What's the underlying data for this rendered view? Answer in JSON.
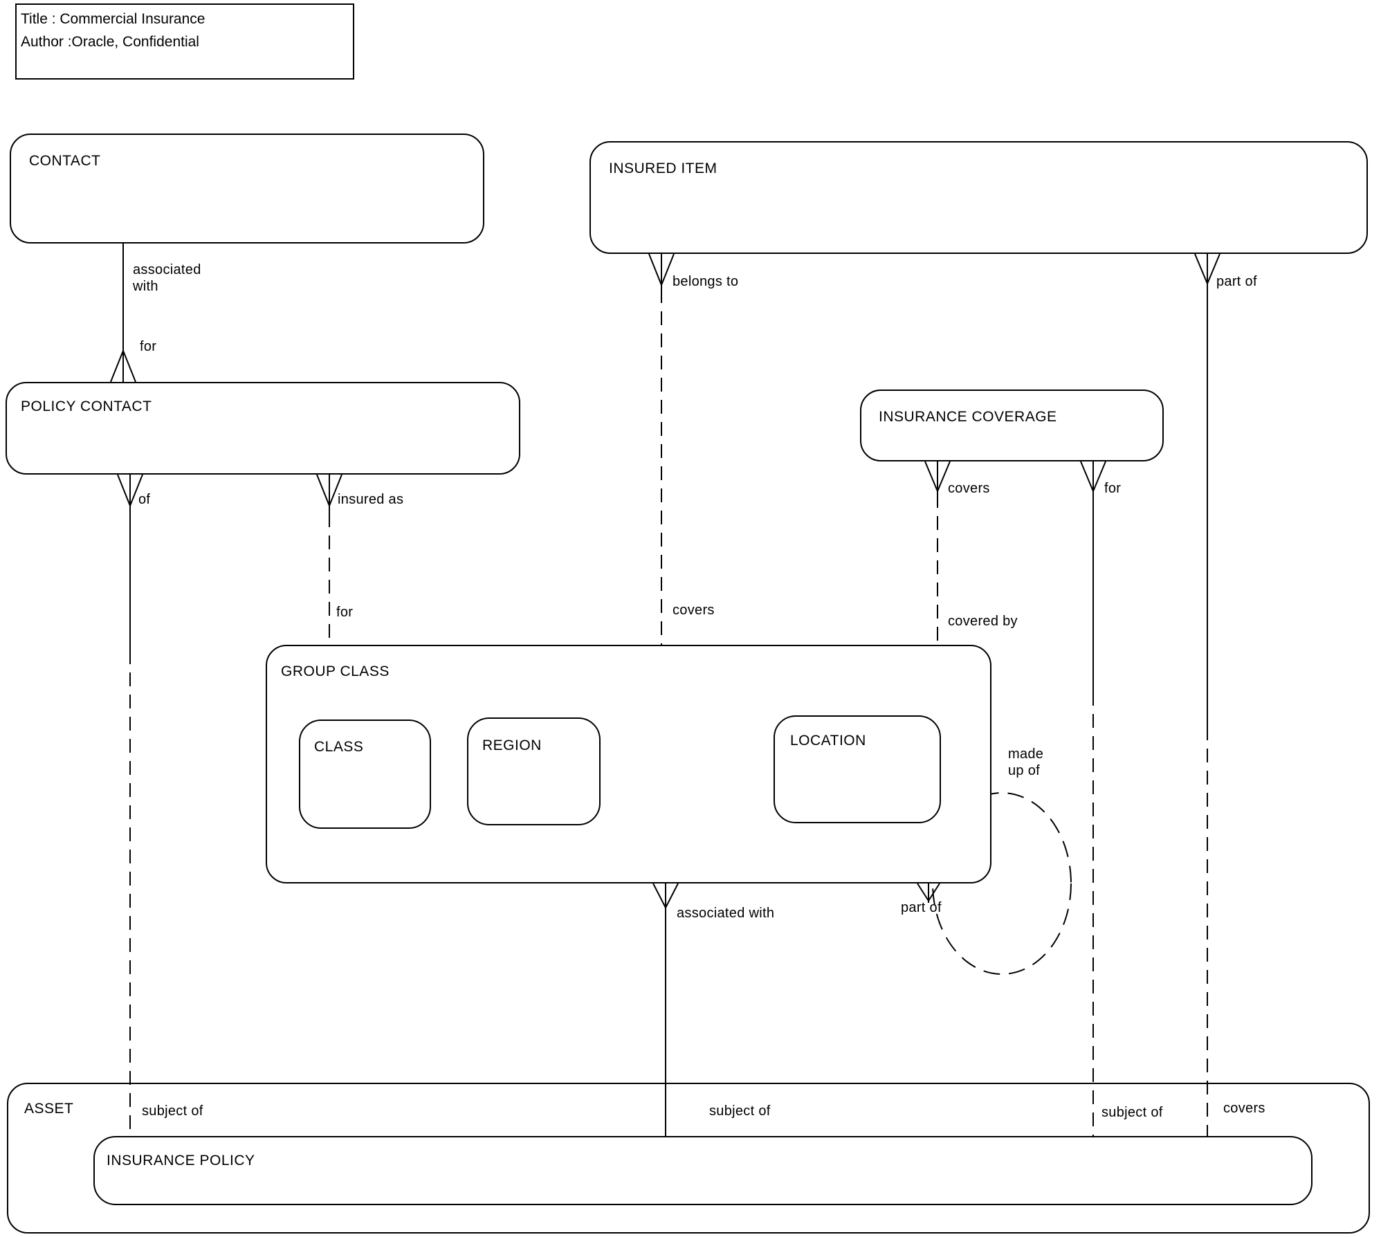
{
  "diagram": {
    "title_block": {
      "title": "Title : Commercial Insurance",
      "author": "Author :Oracle, Confidential"
    },
    "entities": {
      "contact": "CONTACT",
      "insured_item": "INSURED ITEM",
      "policy_contact": "POLICY CONTACT",
      "insurance_coverage": "INSURANCE COVERAGE",
      "group_class": "GROUP CLASS",
      "class": "CLASS",
      "region": "REGION",
      "location": "LOCATION",
      "asset": "ASSET",
      "insurance_policy": "INSURANCE POLICY"
    },
    "relationship_labels": {
      "associated_with": "associated\nwith",
      "for_contact": "for",
      "of": "of",
      "insured_as": "insured as",
      "for_group_class": "for",
      "belongs_to": "belongs to",
      "covers_group_class": "covers",
      "coverage_covers": "covers",
      "covered_by": "covered by",
      "coverage_for": "for",
      "item_part_of": "part of",
      "made_up_of": "made\nup of",
      "associated_with_policy": "associated with",
      "group_part_of": "part of",
      "subject_of_left": "subject of",
      "subject_of_mid": "subject of",
      "subject_of_right": "subject of",
      "covers_policy": "covers"
    },
    "colors": {
      "line": "#000000",
      "background": "#ffffff",
      "text": "#000000"
    }
  }
}
